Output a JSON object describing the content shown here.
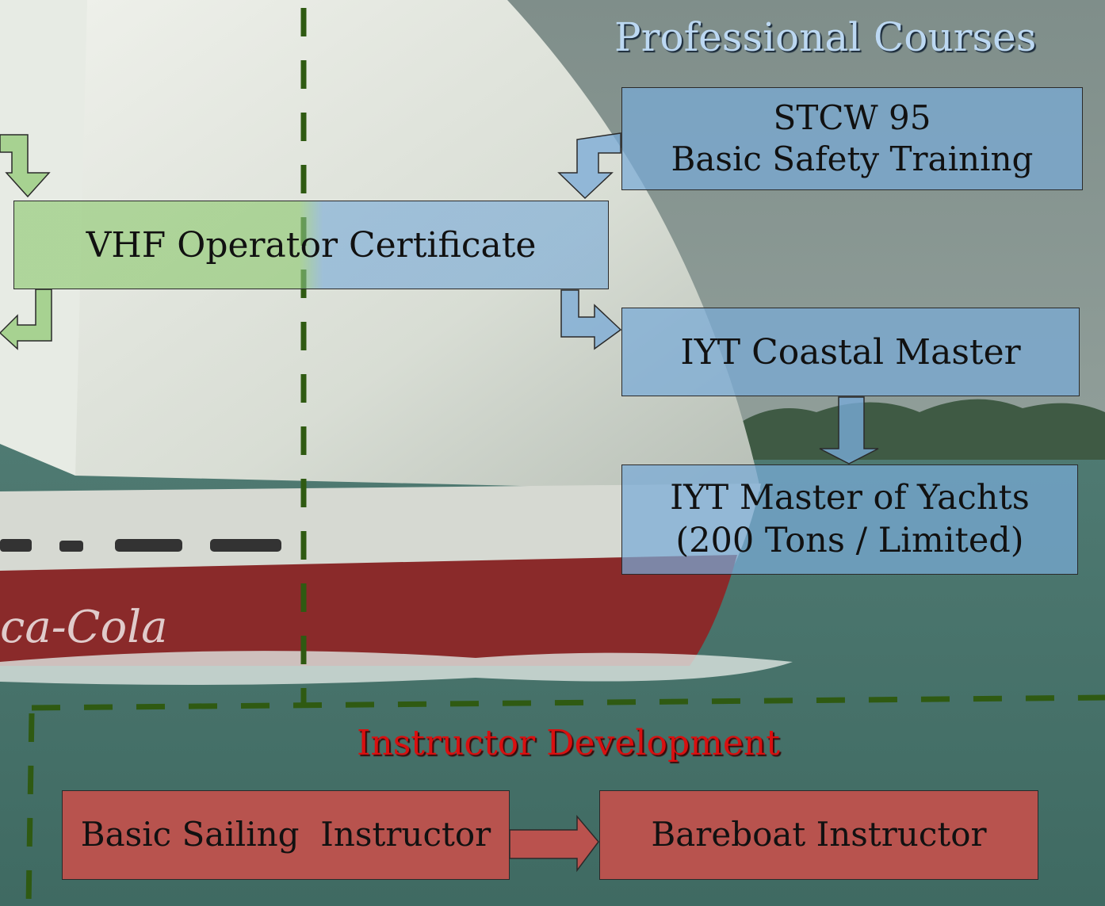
{
  "colors": {
    "professional_box": "#78aad7",
    "green_box": "#8cc86e",
    "instructor_box": "#c8504b",
    "professional_title": "#bcd8f2",
    "instructor_title": "#d81010",
    "dashed_line": "#2f5a12"
  },
  "professional": {
    "title": "Professional Courses",
    "stcw_line1": "STCW 95",
    "stcw_line2": "Basic Safety Training",
    "coastal_master": "IYT Coastal Master",
    "master_yachts_line1": "IYT Master of Yachts",
    "master_yachts_line2": "(200 Tons / Limited)"
  },
  "vhf": {
    "label": "VHF Operator Certificate"
  },
  "instructor": {
    "title": "Instructor Development",
    "basic_sailing": "Basic Sailing  Instructor",
    "bareboat": "Bareboat Instructor"
  }
}
